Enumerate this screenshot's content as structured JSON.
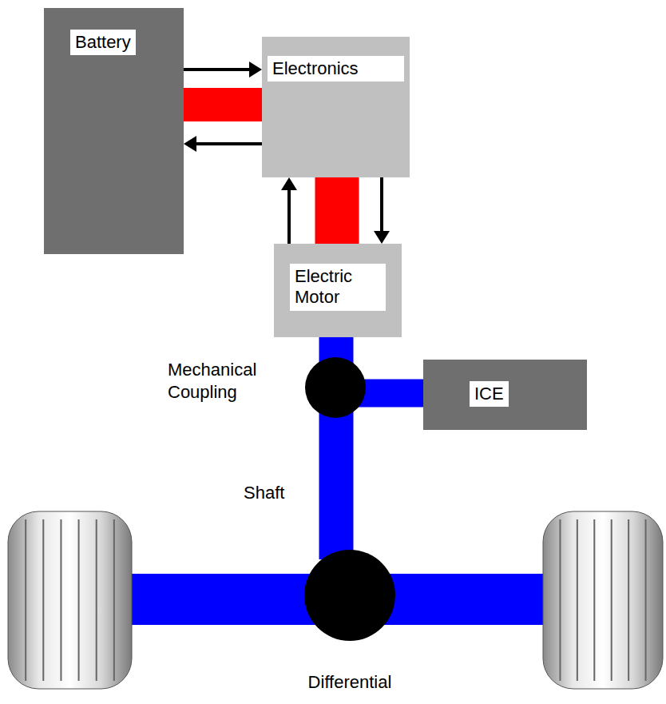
{
  "diagram": {
    "nodes": [
      {
        "text": [
          "Battery"
        ]
      },
      {
        "text": [
          "Electronics"
        ]
      },
      {
        "text": [
          "Electric Motor"
        ]
      },
      {
        "text": [
          "Mechanical Coupling"
        ]
      },
      {
        "text": [
          "ICE"
        ]
      },
      {
        "text": [
          "Differential"
        ]
      }
    ],
    "edges": [
      {
        "from": 0,
        "to": 1,
        "arrow": "to"
      },
      {
        "from": 1,
        "to": 0,
        "arrow": "to"
      },
      {
        "from": 0,
        "to": 1,
        "arrow": "none"
      },
      {
        "from": 2,
        "to": 1,
        "arrow": "to"
      },
      {
        "from": 1,
        "to": 2,
        "arrow": "to"
      },
      {
        "from": 1,
        "to": 2,
        "arrow": "none"
      },
      {
        "from": 2,
        "to": 3,
        "arrow": "none"
      },
      {
        "from": 4,
        "to": 3,
        "arrow": "none"
      },
      {
        "from": 3,
        "to": 5,
        "arrow": "none"
      }
    ],
    "labels": [
      "Shaft"
    ]
  }
}
